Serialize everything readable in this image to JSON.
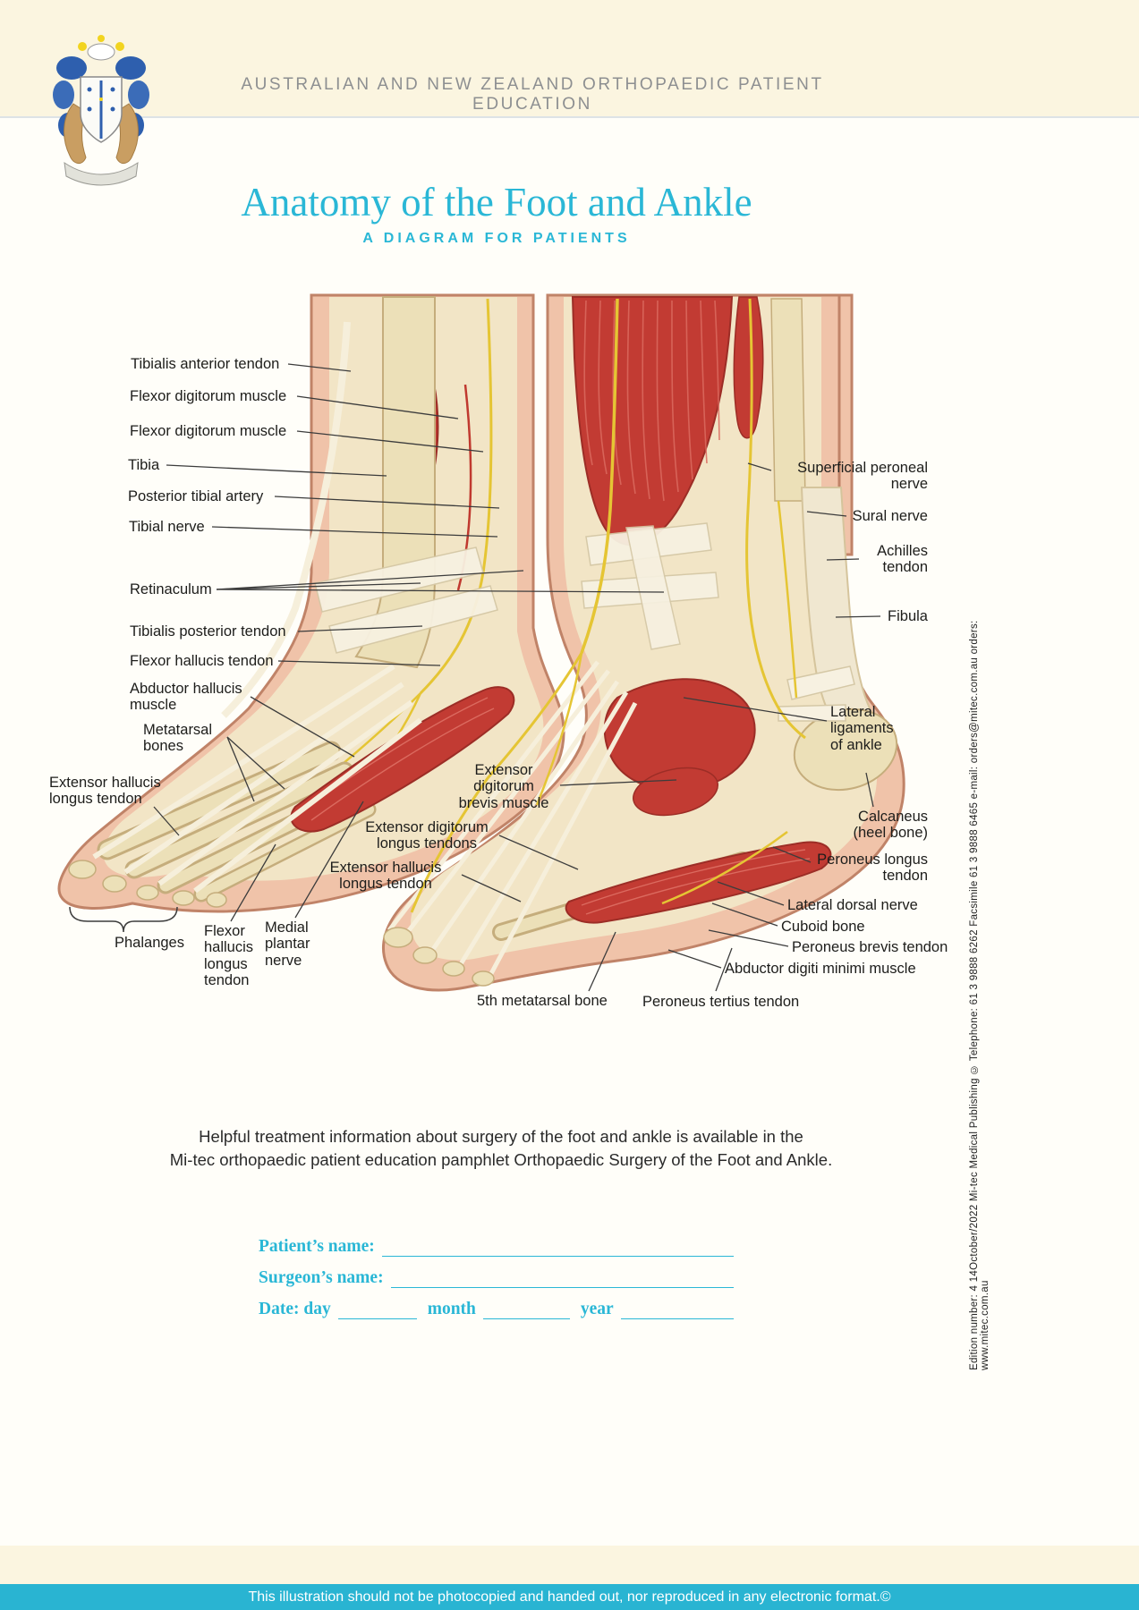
{
  "header": {
    "org_title": "AUSTRALIAN AND NEW ZEALAND ORTHOPAEDIC PATIENT EDUCATION",
    "title": "Anatomy of the Foot and Ankle",
    "subtitle": "A DIAGRAM FOR PATIENTS"
  },
  "diagram": {
    "labels": [
      {
        "text": "Tibialis anterior tendon"
      },
      {
        "text": "Flexor digitorum muscle"
      },
      {
        "text": "Flexor digitorum muscle"
      },
      {
        "text": "Tibia"
      },
      {
        "text": "Posterior tibial artery"
      },
      {
        "text": "Tibial nerve"
      },
      {
        "text": "Retinaculum"
      },
      {
        "text": "Tibialis posterior tendon"
      },
      {
        "text": "Flexor hallucis tendon"
      },
      {
        "text": "Abductor hallucis\nmuscle"
      },
      {
        "text": "Metatarsal\nbones"
      },
      {
        "text": "Extensor hallucis\nlongus tendon"
      },
      {
        "text": "Phalanges"
      },
      {
        "text": "Flexor\nhallucis\nlongus\ntendon"
      },
      {
        "text": "Medial\nplantar\nnerve"
      },
      {
        "text": "Extensor\ndigitorum\nbrevis muscle"
      },
      {
        "text": "Extensor digitorum\nlongus tendons"
      },
      {
        "text": "Extensor hallucis\nlongus tendon"
      },
      {
        "text": "5th metatarsal bone"
      },
      {
        "text": "Peroneus tertius tendon"
      },
      {
        "text": "Superficial peroneal\nnerve"
      },
      {
        "text": "Sural nerve"
      },
      {
        "text": "Achilles\ntendon"
      },
      {
        "text": "Fibula"
      },
      {
        "text": "Lateral\nligaments\nof ankle"
      },
      {
        "text": "Calcaneus\n(heel bone)"
      },
      {
        "text": "Peroneus longus\ntendon"
      },
      {
        "text": "Lateral dorsal nerve"
      },
      {
        "text": "Cuboid bone"
      },
      {
        "text": "Peroneus brevis tendon"
      },
      {
        "text": "Abductor digiti minimi muscle"
      }
    ]
  },
  "info": {
    "text": "Helpful treatment information about surgery of the foot and ankle is available in the\nMi-tec orthopaedic patient education pamphlet Orthopaedic Surgery of the Foot and Ankle."
  },
  "form": {
    "patient_label": "Patient’s name:",
    "surgeon_label": "Surgeon’s name:",
    "date_label": "Date: day",
    "month_label": "month",
    "year_label": "year"
  },
  "sidebar": {
    "edition_text": "Edition number: 4   14October/2022   Mi-tec Medical Publishing ©   Telephone: 61 3 9888 6262   Facsimile 61 3 9888 6465   e-mail: orders@mitec.com.au   orders:  www.mitec.com.au"
  },
  "footer": {
    "notice": "This illustration should not be photocopied and handed out, nor reproduced in any electronic format.©"
  },
  "colors": {
    "accent_cyan": "#29b4d2",
    "muscle_red": "#c23b33",
    "bone_cream": "#ece0b8",
    "nerve_yellow": "#e5c534",
    "skin_pink": "#f0c3a9"
  }
}
